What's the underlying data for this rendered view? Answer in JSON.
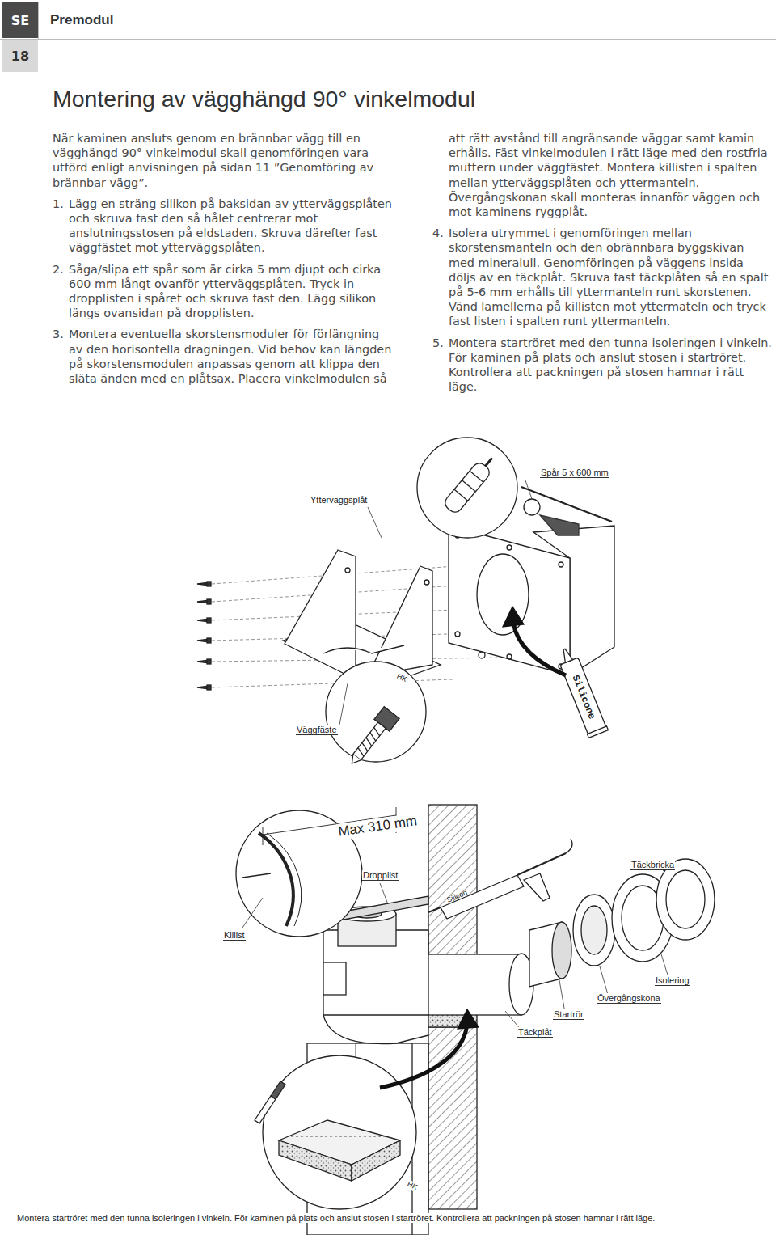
{
  "diagram": {
    "title": "Montering av vägghängd 90° vinkelmodul",
    "nodes": [
      {
        "text": [
          "SE"
        ]
      },
      {
        "text": [
          "18"
        ]
      }
    ],
    "labels": [
      "Premodul",
      "När kaminen ansluts genom en brännbar vägg till en vägghängd 90° vinkelmodul skall genomföringen vara utförd enligt anvisningen på sidan 11 ”Genomföring av brännbar vägg”.",
      "1.",
      "Lägg en sträng silikon på baksidan av ytterväggsplåten och skruva fast den så hålet centrerar mot anslutningsstosen på eldstaden. Skruva därefter fast väggfästet mot ytterväggsplåten.",
      "2.",
      "Såga/slipa ett spår som är cirka 5 mm djupt och cirka 600 mm långt ovanför ytterväggsplåten. Tryck in dropplisten i spåret och skruva fast den. Lägg silikon längs ovansidan på dropplisten.",
      "3.",
      "Montera eventuella skorstensmoduler för förlängning av den horisontella dragningen. Vid behov kan längden på skorstensmodulen anpassas genom att klippa den släta änden med en plåtsax. Placera vinkelmodulen så att rätt avstånd till angränsande väggar samt kamin erhålls. Fäst vinkelmodulen i rätt läge med den rostfria muttern under väggfästet. Montera killisten i spalten mellan ytterväggsplåten och yttermanteln. Övergångskonan skall monteras innanför väggen och mot kaminens ryggplåt.",
      "4.",
      "Isolera utrymmet i genomföringen mellan skorstensmanteln och den obrännbara byggskivan med mineralull. Genomföringen på väggens insida döljs av en täckplåt. Skruva fast täckplåten så en spalt på 5-6 mm erhålls till yttermanteln runt skorstenen. Vänd lamellerna på killisten mot yttermateln och tryck fast listen i spalten runt yttermanteln.",
      "5.",
      "Montera startröret med den tunna isoleringen i vinkeln. För kaminen på plats och anslut stosen i startröret. Kontrollera att packningen på stosen hamnar i rätt läge.",
      "Spår 5 x 600 mm",
      "Ytterväggsplåt",
      "Väggfäste",
      "Silicone",
      "HK",
      "Max 310 mm",
      "Dropplist",
      "Silicon",
      "Täckbricka",
      "Killist",
      "Isolering",
      "Övergångskona",
      "Startrör",
      "Täckplåt",
      "HK"
    ]
  }
}
